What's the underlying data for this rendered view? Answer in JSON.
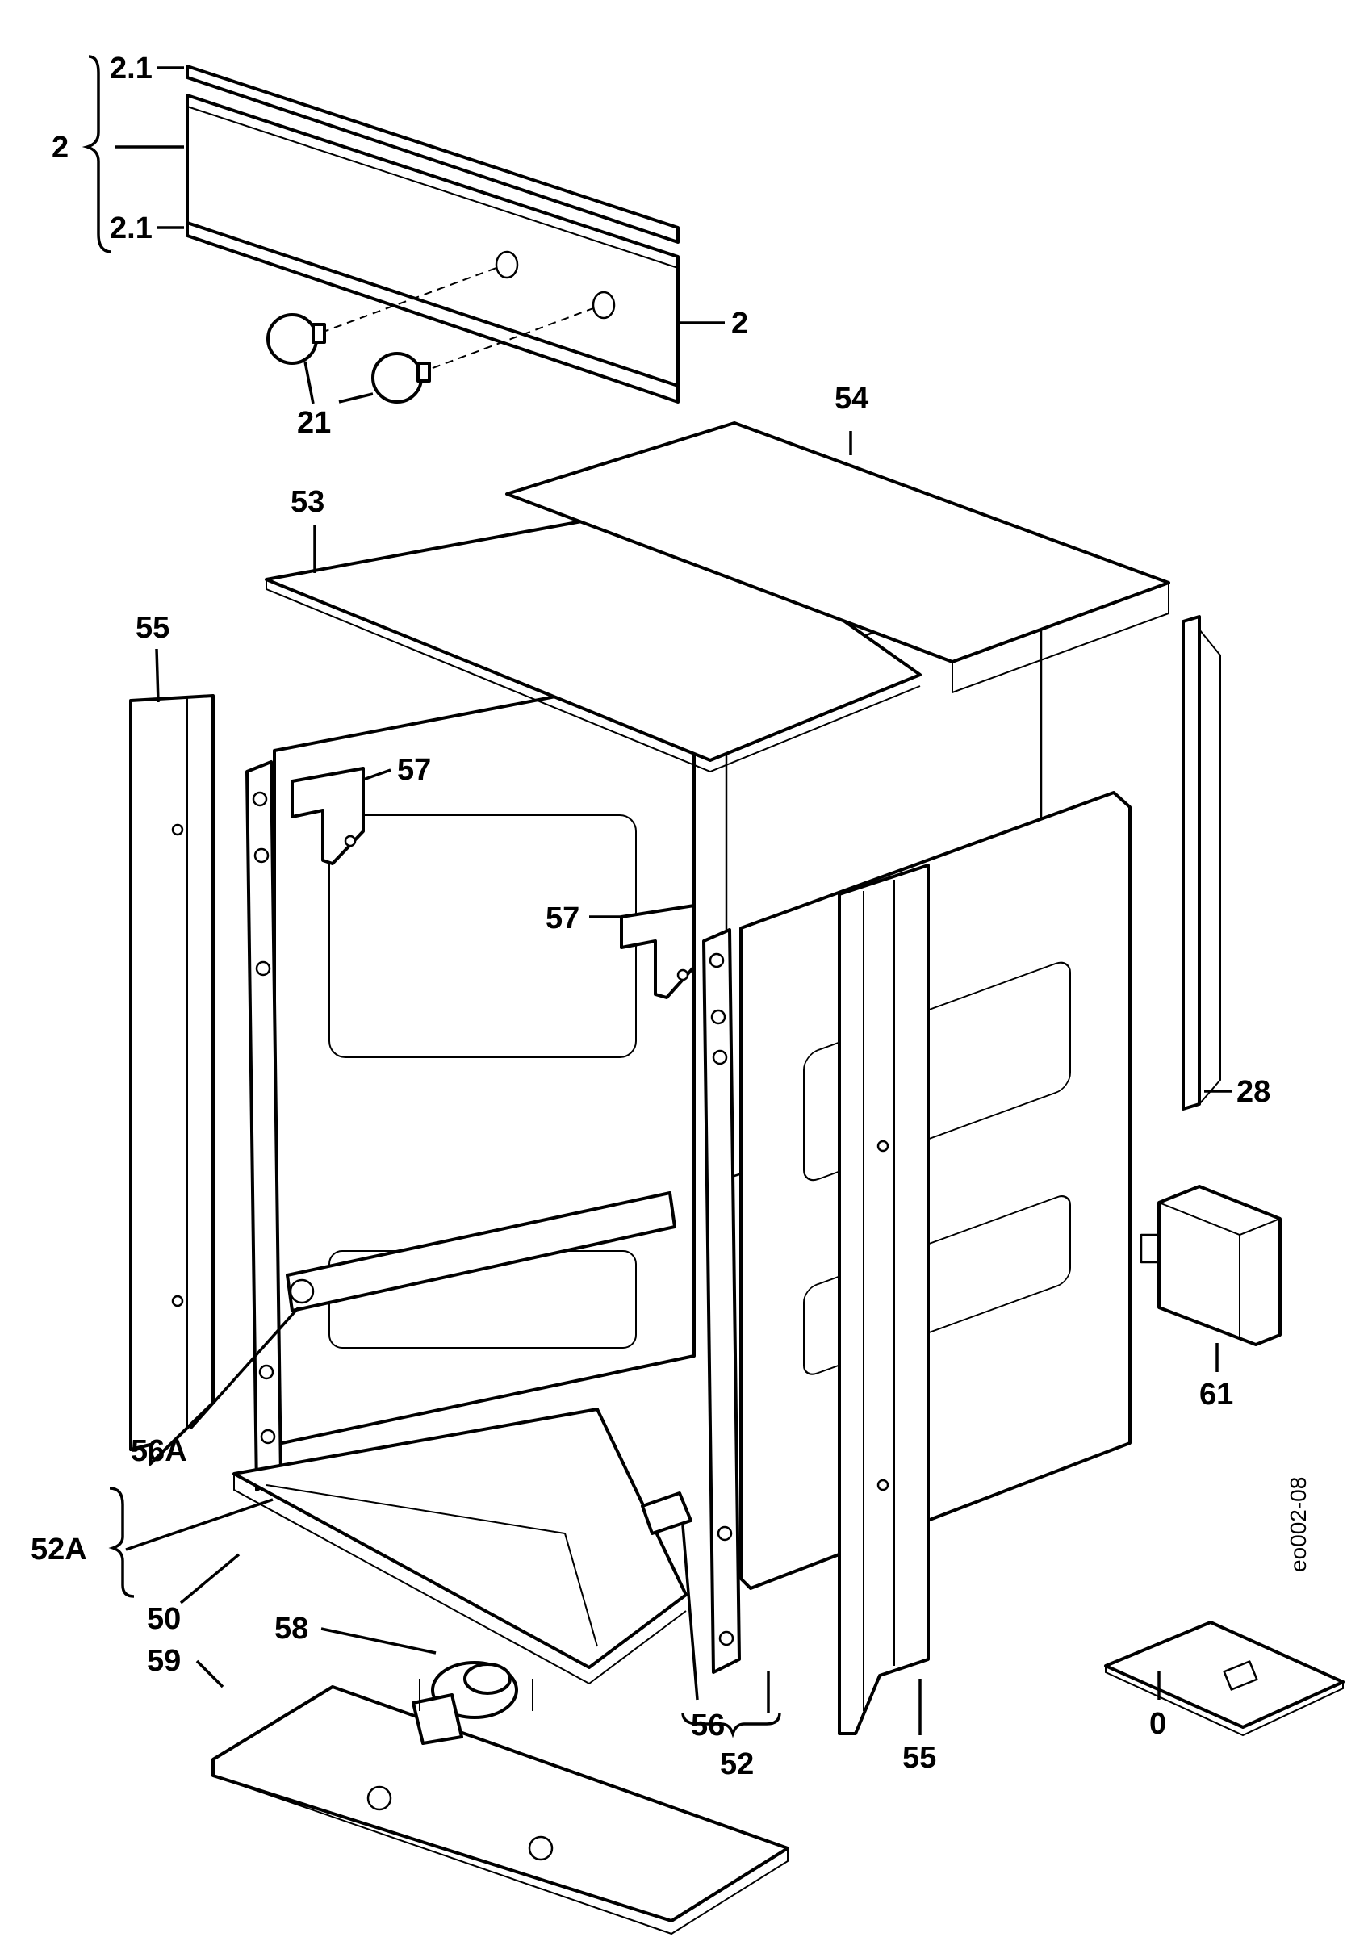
{
  "labels": {
    "l_2_1_top": "2.1",
    "l_2_brace": "2",
    "l_2_1_bottom": "2.1",
    "l_2_right": "2",
    "l_21": "21",
    "l_54": "54",
    "l_53": "53",
    "l_55_left": "55",
    "l_57_top": "57",
    "l_57_mid": "57",
    "l_28": "28",
    "l_61": "61",
    "l_56A": "56A",
    "l_52A": "52A",
    "l_50": "50",
    "l_58": "58",
    "l_59": "59",
    "l_56": "56",
    "l_52": "52",
    "l_55_right": "55",
    "l_0": "0"
  },
  "drawing_code": "eo002-08"
}
